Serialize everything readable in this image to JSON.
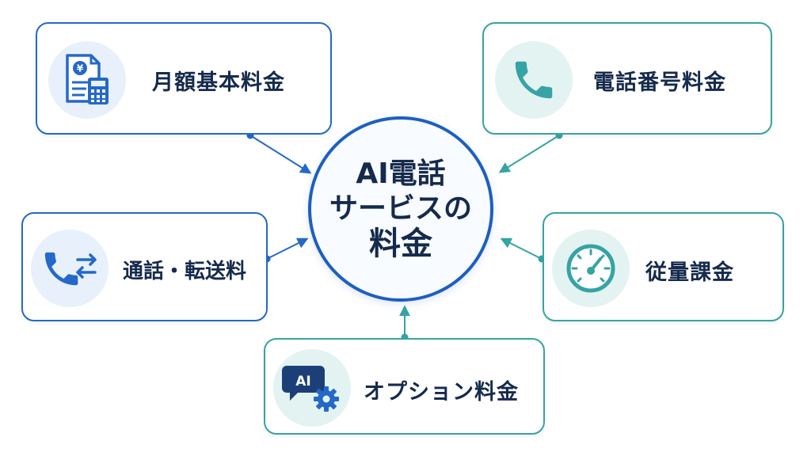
{
  "center": {
    "lines": [
      "AI電話",
      "サービスの",
      "料金"
    ]
  },
  "nodes": [
    {
      "id": "monthly",
      "label": "月額基本料金",
      "icon": "invoice-calculator-icon",
      "color": "#2469c8"
    },
    {
      "id": "phone-number",
      "label": "電話番号料金",
      "icon": "phone-icon",
      "color": "#36a3a4"
    },
    {
      "id": "call-transfer",
      "label": "通話・転送料",
      "icon": "phone-transfer-icon",
      "color": "#2469c8"
    },
    {
      "id": "metered",
      "label": "従量課金",
      "icon": "gauge-icon",
      "color": "#36a3a4"
    },
    {
      "id": "option",
      "label": "オプション料金",
      "icon": "ai-chat-gear-icon",
      "color": "#36a3a4"
    }
  ],
  "edges": [
    {
      "from": "monthly",
      "to": "center"
    },
    {
      "from": "phone-number",
      "to": "center"
    },
    {
      "from": "call-transfer",
      "to": "center"
    },
    {
      "from": "metered",
      "to": "center"
    },
    {
      "from": "option",
      "to": "center"
    }
  ],
  "colors": {
    "blue": "#2469c8",
    "teal": "#36a3a4",
    "text": "#152a4c",
    "center_border": "#1e5fc0"
  }
}
